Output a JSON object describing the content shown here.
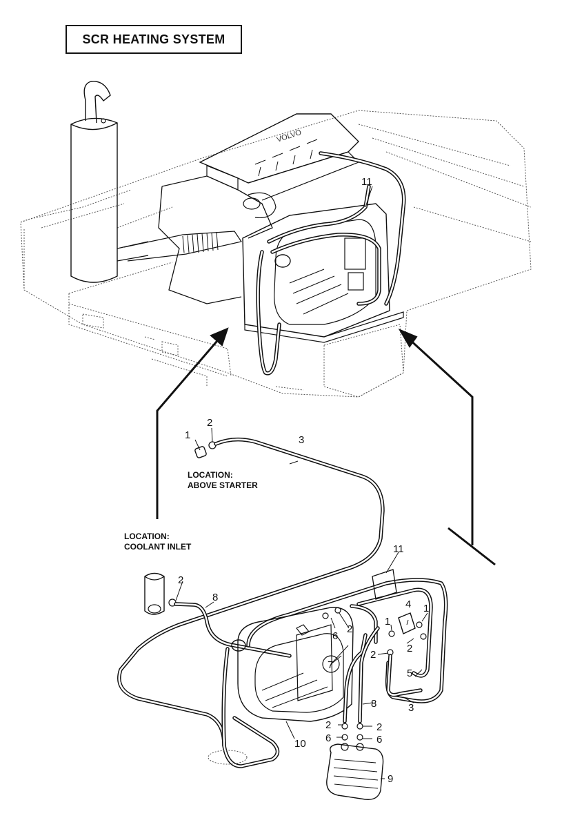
{
  "title": "SCR HEATING SYSTEM",
  "locations": {
    "starter": {
      "line1": "LOCATION:",
      "line2": "ABOVE STARTER"
    },
    "coolant": {
      "line1": "LOCATION:",
      "line2": "COOLANT INLET"
    }
  },
  "engine_marking": "VOLVO",
  "callouts": {
    "c11_top": "11",
    "c1_top": "1",
    "c2_top": "2",
    "c3_top": "3",
    "c2_coolant": "2",
    "c8_coolant": "8",
    "c11_bottom": "11",
    "c6_left": "6",
    "c2_mid": "2",
    "c4": "4",
    "c1_right": "1",
    "c1_valve": "1",
    "c2_valve": "2",
    "c2_right": "2",
    "c7": "7",
    "c5": "5",
    "c3_right": "3",
    "c8_bottom": "8",
    "c2_pump_left": "2",
    "c2_pump_right": "2",
    "c6_pump_left": "6",
    "c6_pump_right": "6",
    "c10": "10",
    "c9": "9"
  }
}
